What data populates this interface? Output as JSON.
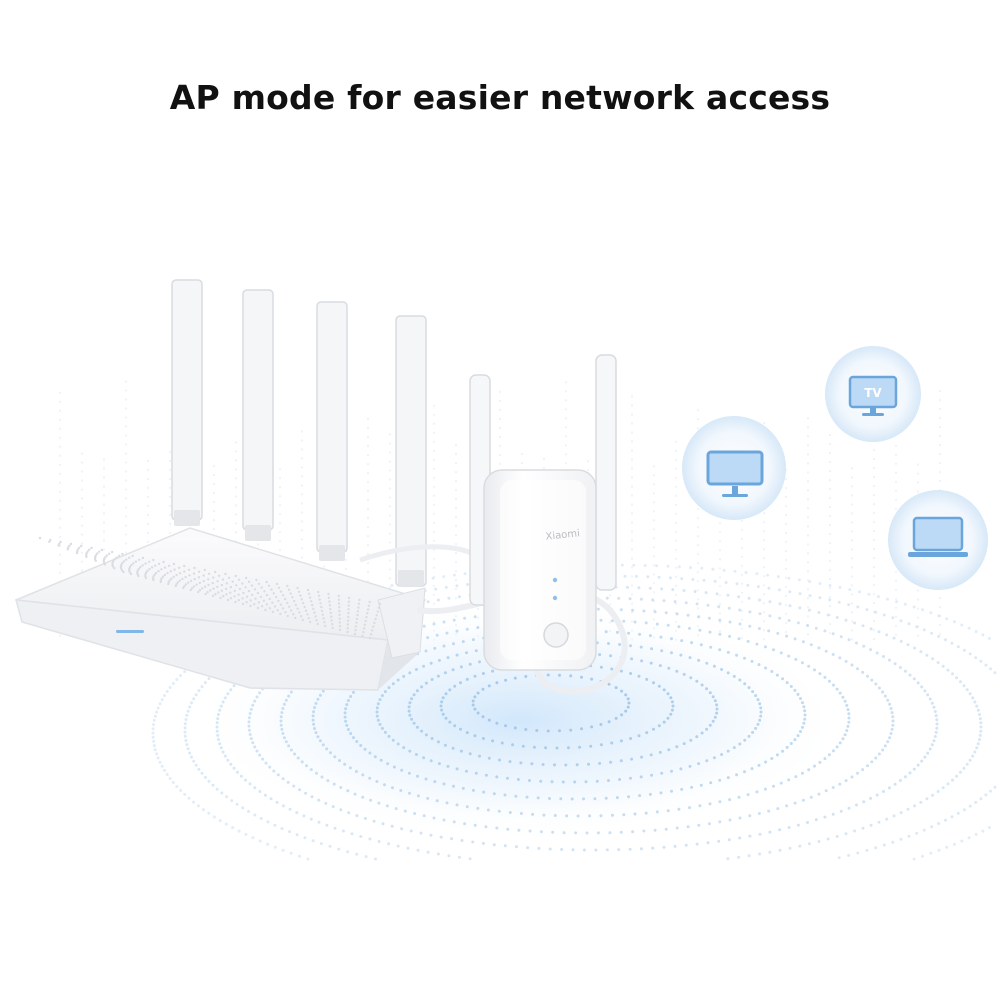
{
  "headline": "AP mode for easier network access",
  "extender_brand": "Xiaomi",
  "device_bubbles": [
    {
      "name": "monitor",
      "icon": "monitor-icon"
    },
    {
      "name": "tv",
      "icon": "tv-icon",
      "label": "TV"
    },
    {
      "name": "laptop",
      "icon": "laptop-icon"
    }
  ],
  "colors": {
    "background": "#ffffff",
    "headline": "#111111",
    "signal_dots": "#9cc3e6",
    "icon_fill": "#bcd9f5",
    "icon_stroke": "#6aa6dc",
    "router": "#f3f4f6"
  }
}
